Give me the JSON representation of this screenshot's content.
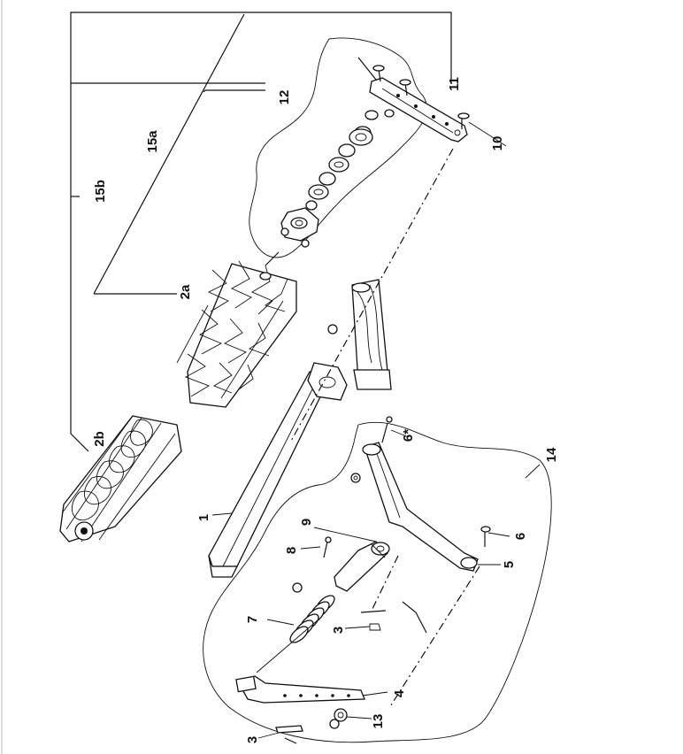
{
  "labels": {
    "l1": "1",
    "l2a": "2a",
    "l2b": "2b",
    "l3a": "3",
    "l3b": "3",
    "l4": "4",
    "l5": "5",
    "l6": "6",
    "l6s": "6*",
    "l7": "7",
    "l8": "8",
    "l9": "9",
    "l10": "10",
    "l11": "11",
    "l12": "12",
    "l13": "13",
    "l14": "14",
    "l15a": "15a",
    "l15b": "15b"
  }
}
